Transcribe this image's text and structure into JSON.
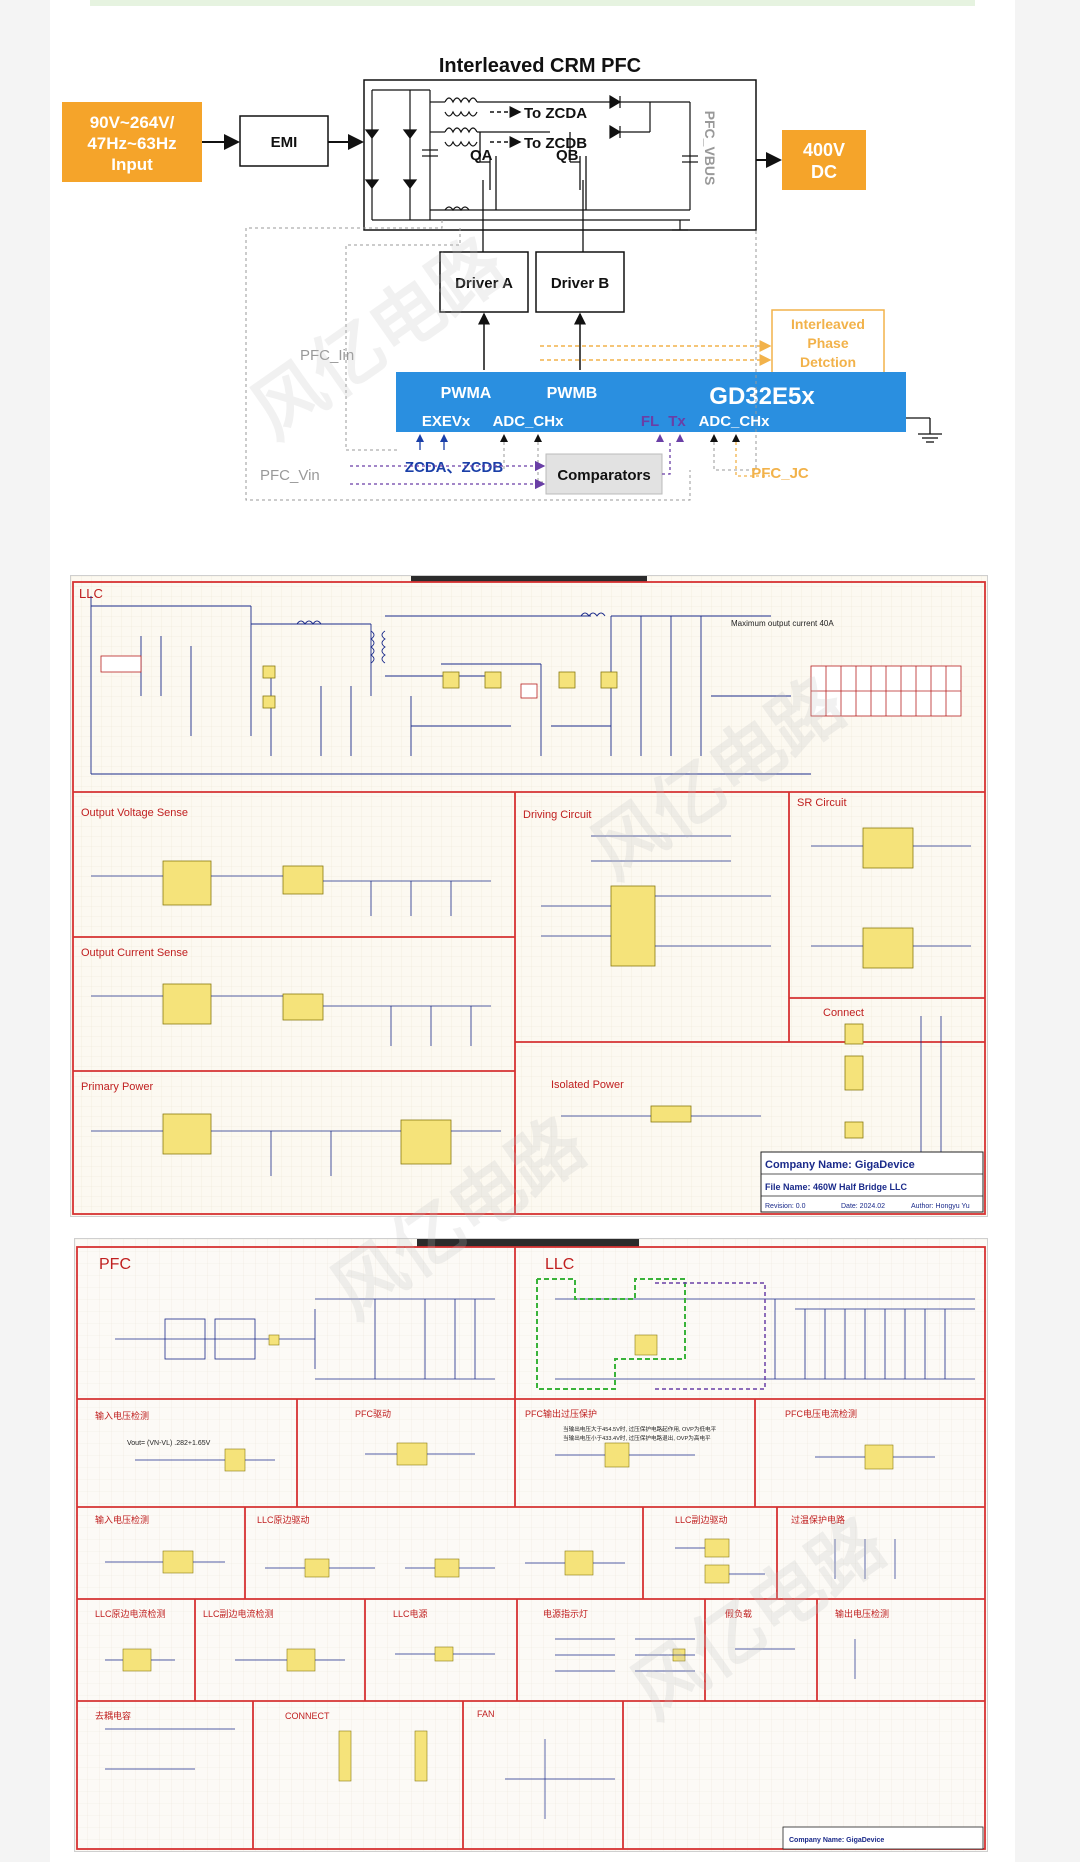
{
  "pfc_block": {
    "title": "Interleaved CRM PFC",
    "input_line1": "90V~264V/",
    "input_line2": "47Hz~63Hz",
    "input_line3": "Input",
    "emi": "EMI",
    "to_zcda": "To ZCDA",
    "to_zcdb": "To ZCDB",
    "qa": "QA",
    "qb": "QB",
    "pfc_vbus": "PFC_VBUS",
    "output_line1": "400V",
    "output_line2": "DC",
    "driver_a": "Driver A",
    "driver_b": "Driver B",
    "pfc_iin": "PFC_Iin",
    "phase_detect_line1": "Interleaved",
    "phase_detect_line2": "Phase",
    "phase_detect_line3": "Detction",
    "mcu": "GD32E5x",
    "pwma": "PWMA",
    "pwmb": "PWMB",
    "exevx": "EXEVx",
    "adc_chx_left": "ADC_CHx",
    "fl": "FL",
    "tx": "Tx",
    "adc_chx_right": "ADC_CHx",
    "pfc_vin": "PFC_Vin",
    "zcda_zcdb": "ZCDA、ZCDB",
    "comparators": "Comparators",
    "pfc_jc": "PFC_JC",
    "colors": {
      "input_orange": "#f5a42a",
      "mcu_blue": "#2a8fe0",
      "label_blue": "#1a3fa8",
      "dashed_orange": "#f2b24a",
      "purple": "#6a3fa6"
    }
  },
  "llc_schematic": {
    "title": "LLC",
    "max_output_current": "Maximum output current 40A",
    "sections": {
      "output_voltage_sense": "Output Voltage Sense",
      "driving_circuit": "Driving Circuit",
      "sr_circuit": "SR Circuit",
      "output_current_sense": "Output Current Sense",
      "connect": "Connect",
      "primary_power": "Primary Power",
      "isolated_power": "Isolated Power"
    },
    "company_name": "Company Name: GigaDevice",
    "file_name": "File Name:  460W Half Bridge LLC",
    "revision": "Revision: 0.0",
    "date": "Date:  2024.02",
    "author": "Author:  Hongyu Yu"
  },
  "full_schematic": {
    "sections": [
      "PFC",
      "LLC",
      "输入电压检测",
      "PFC驱动",
      "PFC输出过压保护",
      "PFC电压电流检测",
      "输入电压检测",
      "LLC原边驱动",
      "LLC副边驱动",
      "过温保护电路",
      "LLC原边电流检测",
      "LLC副边电流检测",
      "LLC电源",
      "电源指示灯",
      "假负载",
      "输出电压检测",
      "去耦电容",
      "CONNECT",
      "FAN"
    ],
    "formula": "Vout= (VN-VL) .282+1.65V",
    "note1": "当输出电压大于454.5V时, 过压保护电路起作用, OVP为低电平",
    "note2": "当输出电压小于433.4V时, 过压保护电路退出, OVP为高电平",
    "company_name": "Company Name: GigaDevice"
  },
  "watermark": "风亿电路"
}
